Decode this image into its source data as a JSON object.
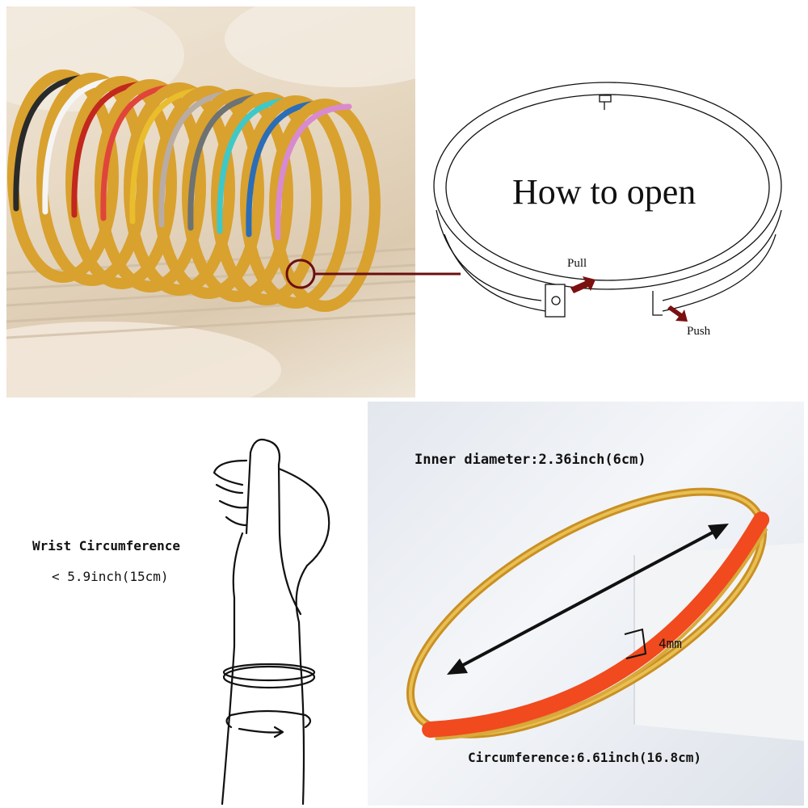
{
  "how_to_open": {
    "title": "How to open",
    "pull_label": "Pull",
    "push_label": "Push"
  },
  "wrist": {
    "title": "Wrist Circumference",
    "value": "< 5.9inch(15cm)"
  },
  "size": {
    "inner_diameter": "Inner diameter:2.36inch(6cm)",
    "width": "4mm",
    "circumference": "Circumference:6.61inch(16.8cm)"
  },
  "colors": {
    "gold": "#d9a93a",
    "enamel_orange": "#f04a1e",
    "arrow_red": "#7a1010",
    "callout_line": "#6b0f0f"
  },
  "bangle_enamel_colors": [
    "#2a2a2a",
    "#f5f5f5",
    "#c2281e",
    "#e0453a",
    "#e9bd2c",
    "#b9aca4",
    "#6d7272",
    "#3fc8c8",
    "#2a6db8",
    "#d88ad0"
  ]
}
